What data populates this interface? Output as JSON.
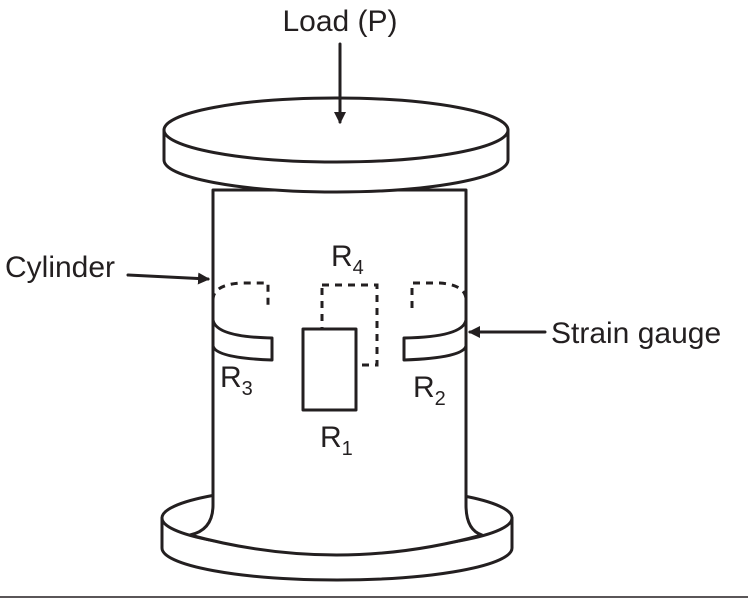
{
  "labels": {
    "load": "Load (P)",
    "cylinder": "Cylinder",
    "strain_gauge": "Strain gauge",
    "r1": {
      "main": "R",
      "sub": "1"
    },
    "r2": {
      "main": "R",
      "sub": "2"
    },
    "r3": {
      "main": "R",
      "sub": "3"
    },
    "r4": {
      "main": "R",
      "sub": "4"
    }
  },
  "colors": {
    "ink": "#231f20",
    "background": "#ffffff"
  }
}
